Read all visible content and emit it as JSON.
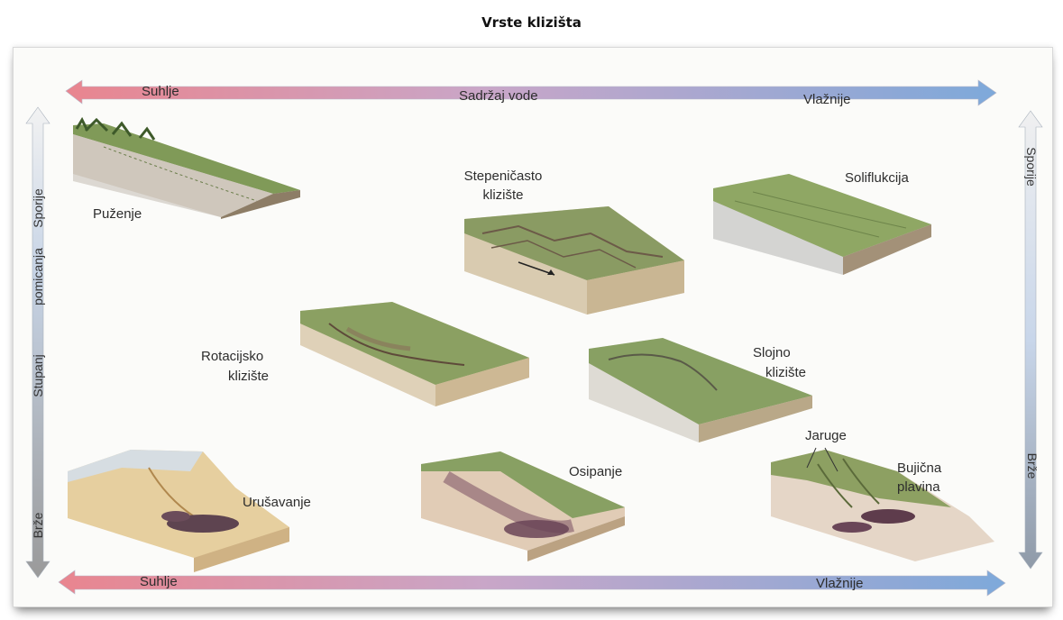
{
  "title": "Vrste klizišta",
  "top_axis": {
    "left": "Suhlje",
    "center": "Sadržaj vode",
    "right": "Vlažnije"
  },
  "bottom_axis": {
    "left": "Suhlje",
    "right": "Vlažnije"
  },
  "left_axis": {
    "top": "Sporije",
    "middle": "pomicanja",
    "lower": "Stupanj",
    "bottom": "Brže"
  },
  "right_axis": {
    "top": "Sporije",
    "bottom": "Brže"
  },
  "types": {
    "puzenje": "Puženje",
    "stepenicasto_1": "Stepeničasto",
    "stepenicasto_2": "klizište",
    "soliflukcija": "Soliflukcija",
    "rotacijsko_1": "Rotacijsko",
    "rotacijsko_2": "klizište",
    "slojno_1": "Slojno",
    "slojno_2": "klizište",
    "urusavanje": "Urušavanje",
    "osipanje": "Osipanje",
    "jaruge": "Jaruge",
    "bujicna_1": "Bujična",
    "bujicna_2": "plavina"
  },
  "colors": {
    "dry": "#e8828c",
    "wet": "#7fa8d8",
    "grass": "#7e9a55",
    "soil": "#d8c6a4"
  }
}
